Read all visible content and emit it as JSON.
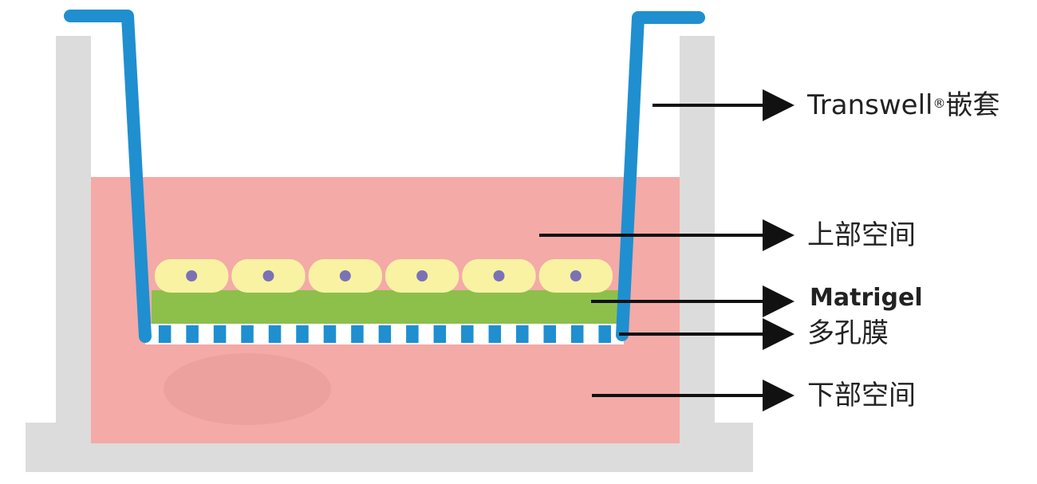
{
  "labels": {
    "insert_prefix": "Transwell",
    "insert_mark": "®",
    "insert_suffix": "嵌套",
    "upper_chamber": "上部空间",
    "matrigel": "Matrigel",
    "membrane": "多孔膜",
    "lower_chamber": "下部空间"
  },
  "colors": {
    "outer_well": "#dcdcdc",
    "medium": "#f4aaa7",
    "insert_wall": "#1f8fd0",
    "matrigel": "#8cc04a",
    "cells": "#f9f2a3",
    "nuclei": "#7b72b5",
    "arrow": "#111111"
  },
  "cells_count": 6,
  "membrane_pores": 17
}
